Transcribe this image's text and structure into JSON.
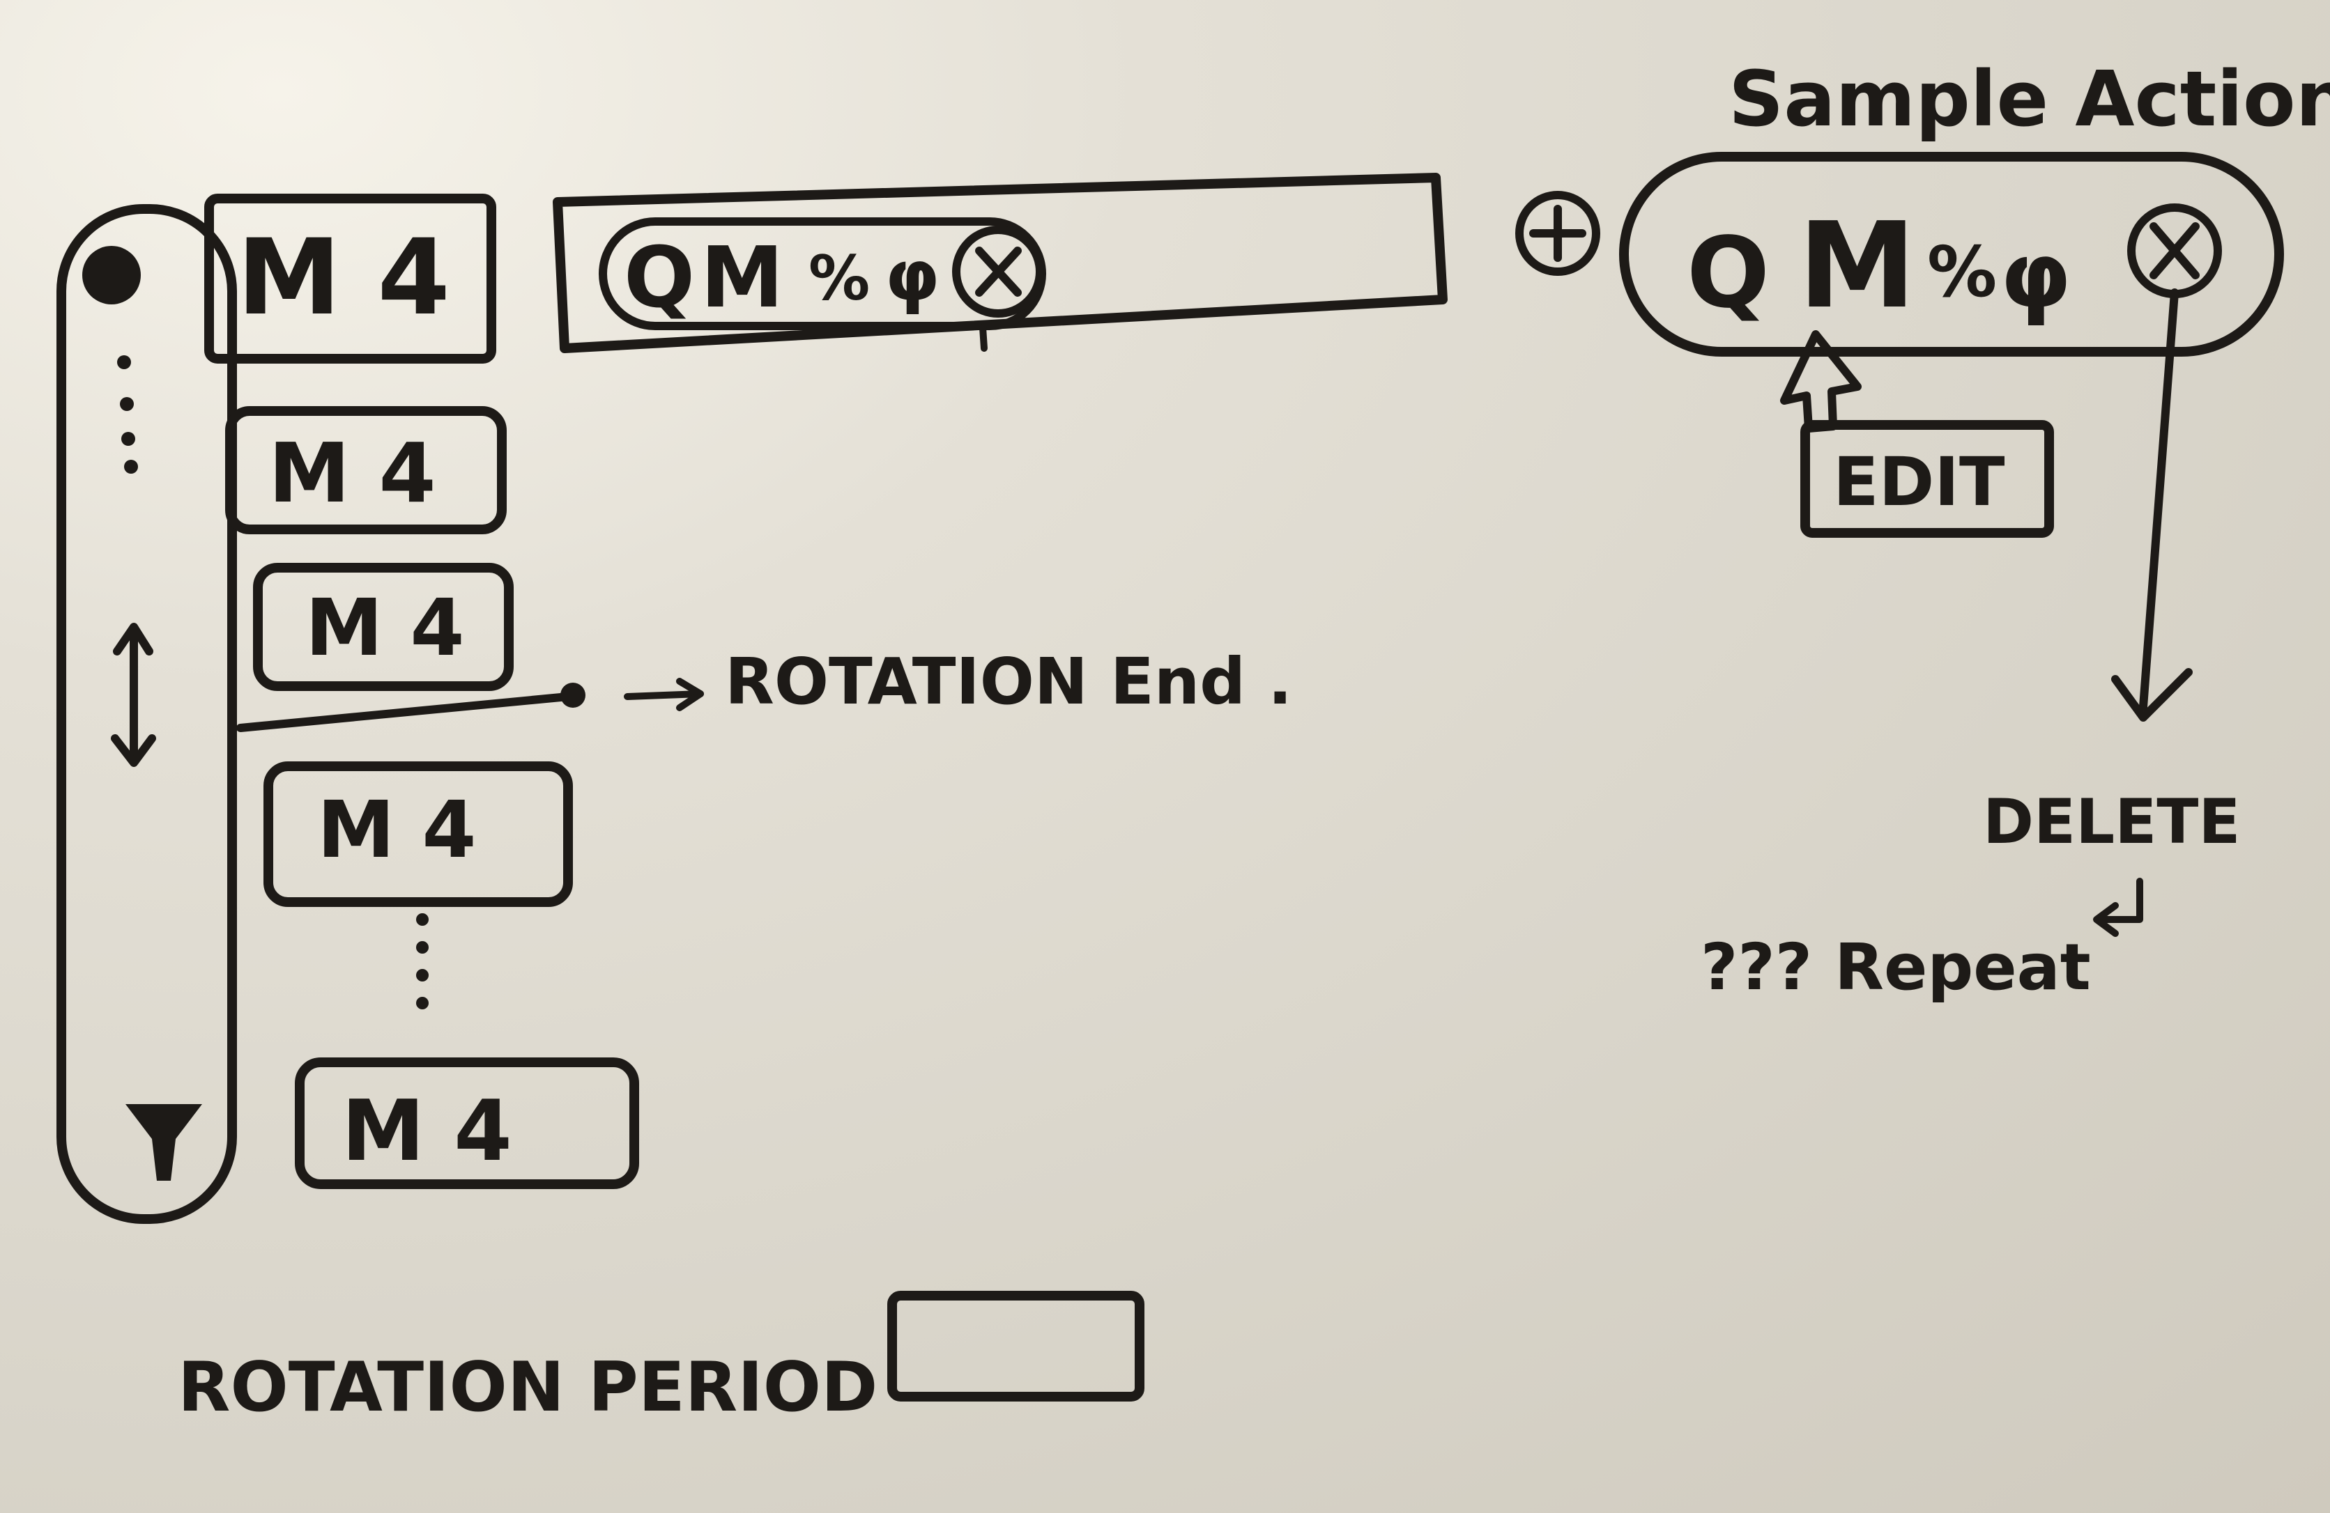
{
  "sidebar": {
    "top_knob_icon": "filled-circle",
    "scroll_icon": "up-down-arrow",
    "bottom_icon": "funnel"
  },
  "rotation_items": [
    {
      "label": "M 4"
    },
    {
      "label": "M 4"
    },
    {
      "label": "M 4"
    },
    {
      "label": "M 4"
    },
    {
      "label": "M 4"
    }
  ],
  "rotation_end_label": "ROTATION End .",
  "action_bar": {
    "chips": [
      "Q",
      "M",
      "%",
      "φ"
    ],
    "close_icon": "circled-x"
  },
  "add_icon": "circled-plus",
  "sample_action": {
    "title": "Sample Action",
    "chips": [
      "Q",
      "M",
      "%",
      "φ"
    ],
    "close_icon": "circled-x"
  },
  "edit_label": "EDIT",
  "delete_label": "DELETE",
  "repeat_label": "??? Repeat",
  "rotation_period": {
    "label": "ROTATION PERIOD",
    "value": ""
  }
}
